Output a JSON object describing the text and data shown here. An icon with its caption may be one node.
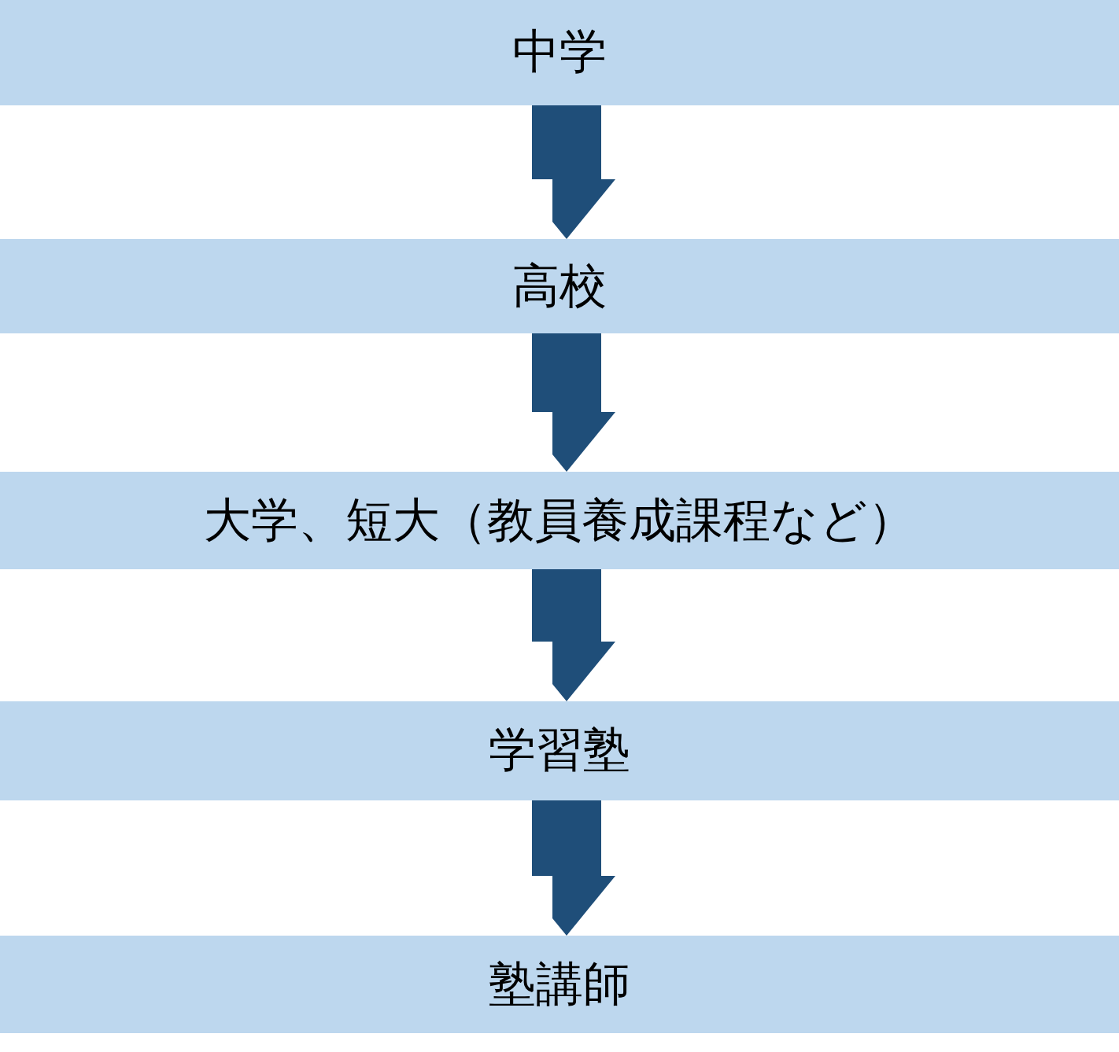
{
  "diagram": {
    "nodes": [
      {
        "text": [
          "中学"
        ]
      },
      {
        "text": [
          "高校"
        ]
      },
      {
        "text": [
          "大学、短大（教員養成課程など）"
        ]
      },
      {
        "text": [
          "学習塾"
        ]
      },
      {
        "text": [
          "塾講師"
        ]
      }
    ],
    "edges": [
      {
        "from": 0,
        "to": 1,
        "arrow": "to"
      },
      {
        "from": 1,
        "to": 2,
        "arrow": "to"
      },
      {
        "from": 2,
        "to": 3,
        "arrow": "to"
      },
      {
        "from": 3,
        "to": 4,
        "arrow": "to"
      }
    ]
  }
}
